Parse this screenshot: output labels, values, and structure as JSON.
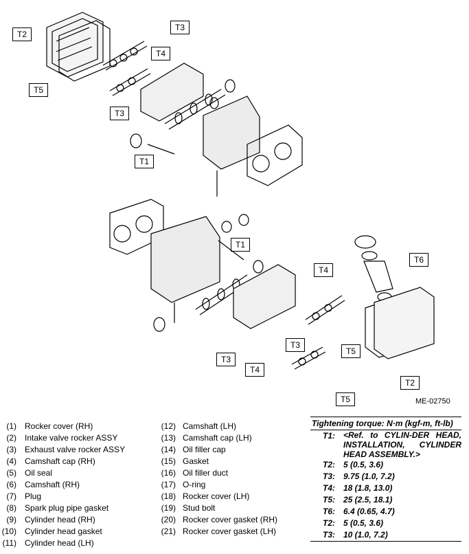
{
  "figure_id": "ME-02750",
  "callouts": {
    "T1": "T1",
    "T2": "T2",
    "T3": "T3",
    "T4": "T4",
    "T5": "T5",
    "T6": "T6"
  },
  "legend": [
    {
      "num": "(1)",
      "name": "Rocker cover (RH)"
    },
    {
      "num": "(2)",
      "name": "Intake valve rocker ASSY"
    },
    {
      "num": "(3)",
      "name": "Exhaust valve rocker ASSY"
    },
    {
      "num": "(4)",
      "name": "Camshaft cap (RH)"
    },
    {
      "num": "(5)",
      "name": "Oil seal"
    },
    {
      "num": "(6)",
      "name": "Camshaft (RH)"
    },
    {
      "num": "(7)",
      "name": "Plug"
    },
    {
      "num": "(8)",
      "name": "Spark plug pipe gasket"
    },
    {
      "num": "(9)",
      "name": "Cylinder head (RH)"
    },
    {
      "num": "(10)",
      "name": "Cylinder head gasket"
    },
    {
      "num": "(11)",
      "name": "Cylinder head (LH)"
    },
    {
      "num": "(12)",
      "name": "Camshaft (LH)"
    },
    {
      "num": "(13)",
      "name": "Camshaft cap (LH)"
    },
    {
      "num": "(14)",
      "name": "Oil filler cap"
    },
    {
      "num": "(15)",
      "name": "Gasket"
    },
    {
      "num": "(16)",
      "name": "Oil filler duct"
    },
    {
      "num": "(17)",
      "name": "O-ring"
    },
    {
      "num": "(18)",
      "name": "Rocker cover (LH)"
    },
    {
      "num": "(19)",
      "name": "Stud bolt"
    },
    {
      "num": "(20)",
      "name": "Rocker cover gasket (RH)"
    },
    {
      "num": "(21)",
      "name": "Rocker cover gasket (LH)"
    }
  ],
  "torque": {
    "title": "Tightening torque: N·m (kgf-m, ft-lb)",
    "items": [
      {
        "key": "T1:",
        "value": "<Ref. to CYLIN-DER HEAD, INSTALLATION, CYLINDER HEAD ASSEMBLY.>"
      },
      {
        "key": "T2:",
        "value": "5 (0.5, 3.6)"
      },
      {
        "key": "T3:",
        "value": "9.75 (1.0, 7.2)"
      },
      {
        "key": "T4:",
        "value": "18 (1.8, 13.0)"
      },
      {
        "key": "T5:",
        "value": "25 (2.5, 18.1)"
      },
      {
        "key": "T6:",
        "value": "6.4 (0.65, 4.7)"
      },
      {
        "key": "T2:",
        "value": "5 (0.5, 3.6)"
      },
      {
        "key": "T3:",
        "value": "10 (1.0, 7.2)"
      }
    ]
  }
}
